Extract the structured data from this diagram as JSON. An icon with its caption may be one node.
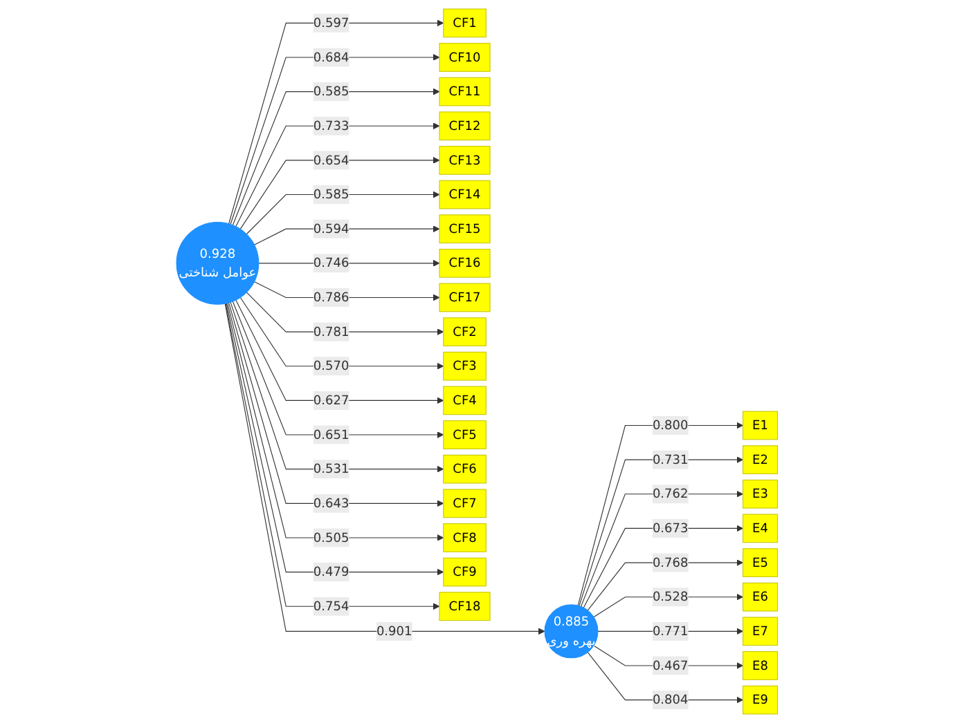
{
  "diagram": {
    "nodes": [
      {
        "text": [
          "CF1"
        ]
      },
      {
        "text": [
          "CF10"
        ]
      },
      {
        "text": [
          "CF11"
        ]
      },
      {
        "text": [
          "CF12"
        ]
      },
      {
        "text": [
          "CF13"
        ]
      },
      {
        "text": [
          "CF14"
        ]
      },
      {
        "text": [
          "CF15"
        ]
      },
      {
        "text": [
          "CF16"
        ]
      },
      {
        "text": [
          "CF17"
        ]
      },
      {
        "text": [
          "CF2"
        ]
      },
      {
        "text": [
          "CF3"
        ]
      },
      {
        "text": [
          "CF4"
        ]
      },
      {
        "text": [
          "CF5"
        ]
      },
      {
        "text": [
          "CF6"
        ]
      },
      {
        "text": [
          "CF7"
        ]
      },
      {
        "text": [
          "CF8"
        ]
      },
      {
        "text": [
          "CF9"
        ]
      },
      {
        "text": [
          "CF18"
        ]
      },
      {
        "text": [
          "0.928",
          "عوامل شناختی"
        ]
      },
      {
        "text": [
          "0.885",
          "بهره وری"
        ]
      },
      {
        "text": [
          "E1"
        ]
      },
      {
        "text": [
          "E2"
        ]
      },
      {
        "text": [
          "E3"
        ]
      },
      {
        "text": [
          "E4"
        ]
      },
      {
        "text": [
          "E5"
        ]
      },
      {
        "text": [
          "E6"
        ]
      },
      {
        "text": [
          "E7"
        ]
      },
      {
        "text": [
          "E8"
        ]
      },
      {
        "text": [
          "E9"
        ]
      }
    ],
    "edges": [
      {
        "from": 18,
        "to": 0,
        "arrow": "to",
        "label": "0.597"
      },
      {
        "from": 18,
        "to": 1,
        "arrow": "to",
        "label": "0.684"
      },
      {
        "from": 18,
        "to": 2,
        "arrow": "to",
        "label": "0.585"
      },
      {
        "from": 18,
        "to": 3,
        "arrow": "to",
        "label": "0.733"
      },
      {
        "from": 18,
        "to": 4,
        "arrow": "to",
        "label": "0.654"
      },
      {
        "from": 18,
        "to": 5,
        "arrow": "to",
        "label": "0.585"
      },
      {
        "from": 18,
        "to": 6,
        "arrow": "to",
        "label": "0.594"
      },
      {
        "from": 18,
        "to": 7,
        "arrow": "to",
        "label": "0.746"
      },
      {
        "from": 18,
        "to": 8,
        "arrow": "to",
        "label": "0.786"
      },
      {
        "from": 18,
        "to": 9,
        "arrow": "to",
        "label": "0.781"
      },
      {
        "from": 18,
        "to": 10,
        "arrow": "to",
        "label": "0.570"
      },
      {
        "from": 18,
        "to": 11,
        "arrow": "to",
        "label": "0.627"
      },
      {
        "from": 18,
        "to": 12,
        "arrow": "to",
        "label": "0.651"
      },
      {
        "from": 18,
        "to": 13,
        "arrow": "to",
        "label": "0.531"
      },
      {
        "from": 18,
        "to": 14,
        "arrow": "to",
        "label": "0.643"
      },
      {
        "from": 18,
        "to": 15,
        "arrow": "to",
        "label": "0.505"
      },
      {
        "from": 18,
        "to": 16,
        "arrow": "to",
        "label": "0.479"
      },
      {
        "from": 18,
        "to": 17,
        "arrow": "to",
        "label": "0.754"
      },
      {
        "from": 18,
        "to": 19,
        "arrow": "to",
        "label": "0.901"
      },
      {
        "from": 19,
        "to": 20,
        "arrow": "to",
        "label": "0.800"
      },
      {
        "from": 19,
        "to": 21,
        "arrow": "to",
        "label": "0.731"
      },
      {
        "from": 19,
        "to": 22,
        "arrow": "to",
        "label": "0.762"
      },
      {
        "from": 19,
        "to": 23,
        "arrow": "to",
        "label": "0.673"
      },
      {
        "from": 19,
        "to": 24,
        "arrow": "to",
        "label": "0.768"
      },
      {
        "from": 19,
        "to": 25,
        "arrow": "to",
        "label": "0.528"
      },
      {
        "from": 19,
        "to": 26,
        "arrow": "to",
        "label": "0.771"
      },
      {
        "from": 19,
        "to": 27,
        "arrow": "to",
        "label": "0.467"
      },
      {
        "from": 19,
        "to": 28,
        "arrow": "to",
        "label": "0.804"
      }
    ]
  }
}
